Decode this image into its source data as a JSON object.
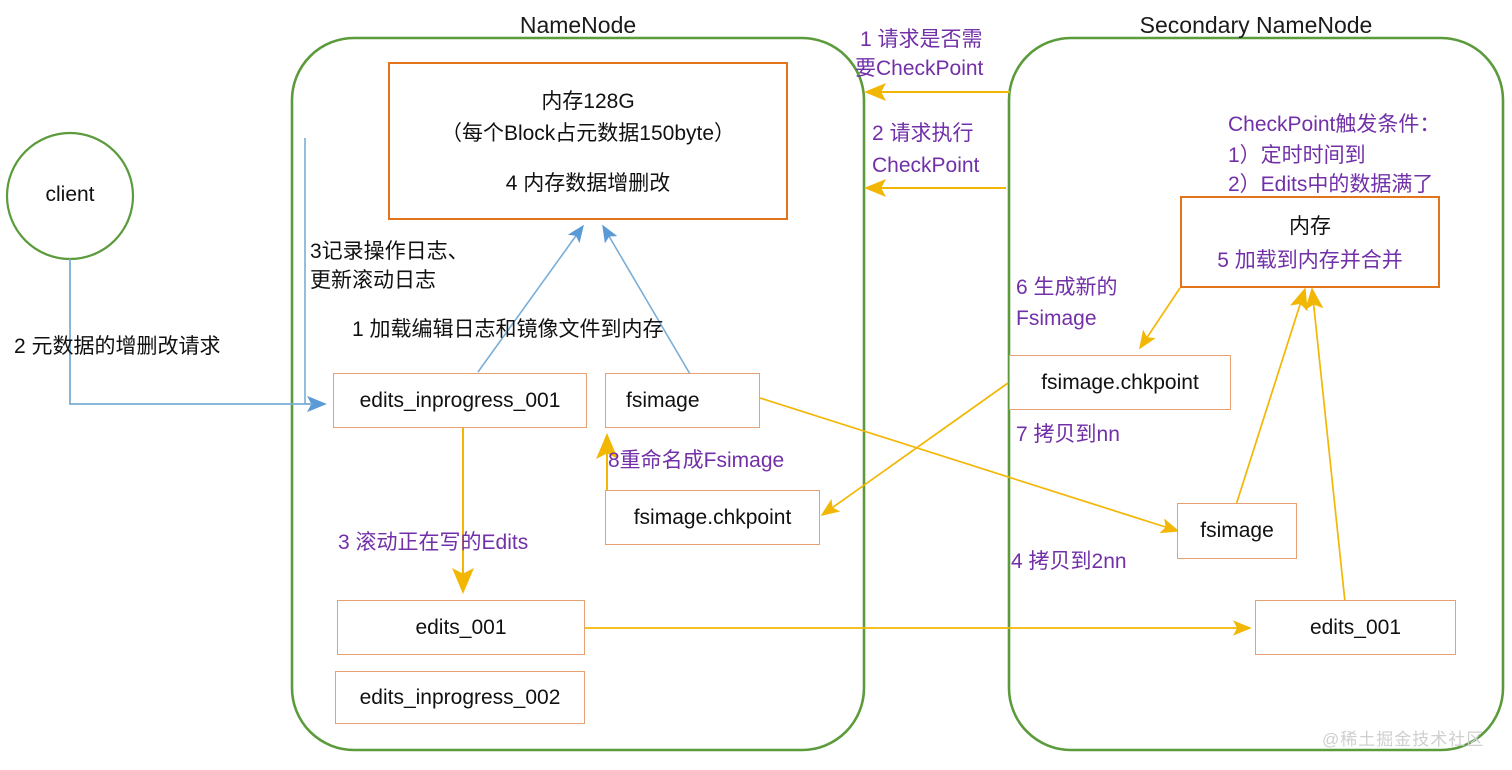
{
  "diagram": {
    "title_left": "NameNode",
    "title_right": "Secondary NameNode",
    "colors": {
      "container_green": "#5b9b3c",
      "memory_orange": "#e2751b",
      "file_orange": "#e7a071",
      "arrow_yellow": "#f2b705",
      "arrow_blue": "#7aaed6",
      "purple_text": "#7230a8",
      "black_text": "#111111",
      "watermark": "#cfcfcf"
    }
  },
  "client": {
    "label": "client"
  },
  "namenode": {
    "memory_box": {
      "line1": "内存128G",
      "line2": "（每个Block占元数据150byte）",
      "line3": "4 内存数据增删改"
    },
    "files": [
      {
        "name": "edits_inprogress_001"
      },
      {
        "name": "fsimage"
      },
      {
        "name": "fsimage.chkpoint"
      },
      {
        "name": "edits_001"
      },
      {
        "name": "edits_inprogress_002"
      }
    ],
    "annotations": {
      "log_record_line1": "3记录操作日志、",
      "log_record_line2": "更新滚动日志",
      "load_to_memory": "1 加载编辑日志和镜像文件到内存",
      "roll_edits": "3 滚动正在写的Edits",
      "rename_fsimage": "8重命名成Fsimage"
    }
  },
  "client_edge": {
    "meta_request": "2 元数据的增删改请求"
  },
  "between": {
    "step1_line1": "1 请求是否需",
    "step1_line2": "要CheckPoint",
    "step2_line1": "2 请求执行",
    "step2_line2": "CheckPoint"
  },
  "secondary": {
    "checkpoint_conditions": {
      "title": "CheckPoint触发条件：",
      "item1": "1）定时时间到",
      "item2": "2）Edits中的数据满了"
    },
    "memory_box": {
      "line1": "内存",
      "line2": "5 加载到内存并合并"
    },
    "files": [
      {
        "name": "fsimage.chkpoint"
      },
      {
        "name": "fsimage"
      },
      {
        "name": "edits_001"
      }
    ],
    "annotations": {
      "gen_new_fsimage_line1": "6 生成新的",
      "gen_new_fsimage_line2": "Fsimage",
      "copy_to_nn": "7 拷贝到nn",
      "copy_to_2nn": "4 拷贝到2nn"
    }
  },
  "watermark": {
    "text": "@稀土掘金技术社区"
  }
}
